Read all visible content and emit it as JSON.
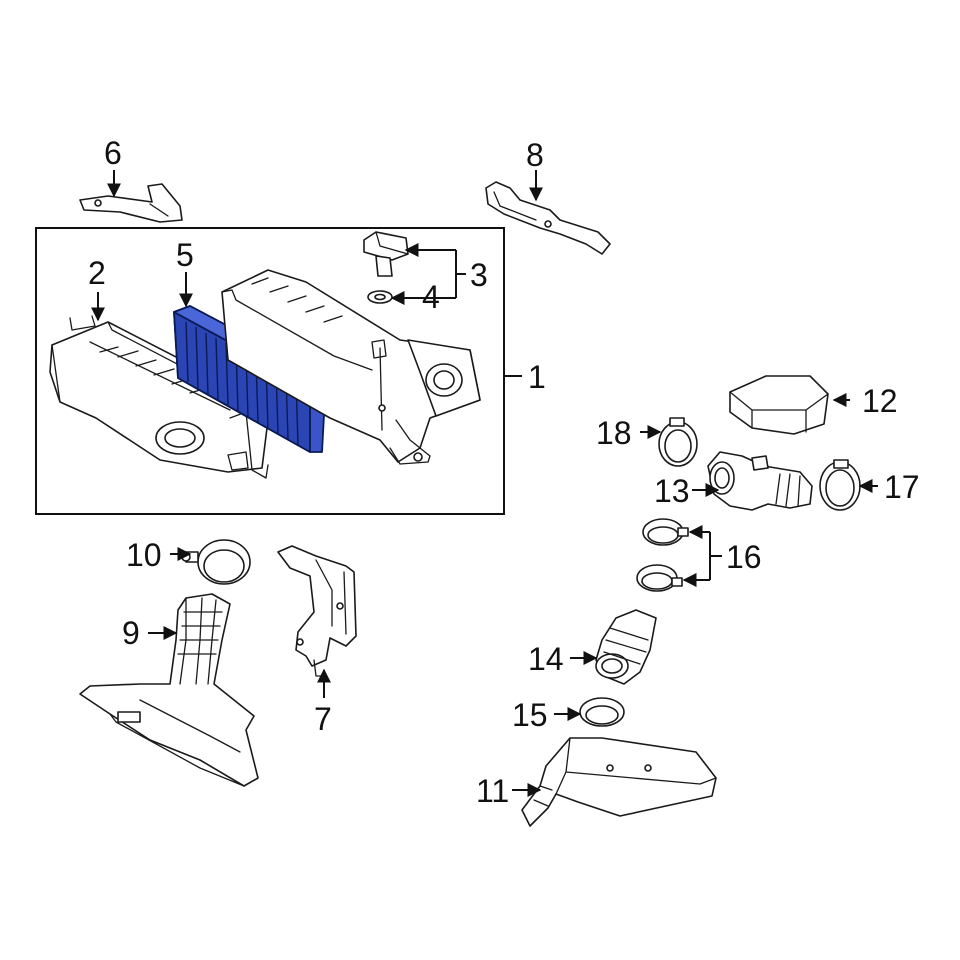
{
  "diagram": {
    "callouts": [
      {
        "id": "1",
        "label": "1"
      },
      {
        "id": "2",
        "label": "2"
      },
      {
        "id": "3",
        "label": "3"
      },
      {
        "id": "4",
        "label": "4"
      },
      {
        "id": "5",
        "label": "5"
      },
      {
        "id": "6",
        "label": "6"
      },
      {
        "id": "7",
        "label": "7"
      },
      {
        "id": "8",
        "label": "8"
      },
      {
        "id": "9",
        "label": "9"
      },
      {
        "id": "10",
        "label": "10"
      },
      {
        "id": "11",
        "label": "11"
      },
      {
        "id": "12",
        "label": "12"
      },
      {
        "id": "13",
        "label": "13"
      },
      {
        "id": "14",
        "label": "14"
      },
      {
        "id": "15",
        "label": "15"
      },
      {
        "id": "16",
        "label": "16"
      },
      {
        "id": "17",
        "label": "17"
      },
      {
        "id": "18",
        "label": "18"
      }
    ],
    "highlighted_part": "5",
    "colors": {
      "highlight_fill": "#3b55c8",
      "highlight_stroke": "#0a1a55",
      "line": "#1a1a1a",
      "background": "#ffffff"
    }
  }
}
